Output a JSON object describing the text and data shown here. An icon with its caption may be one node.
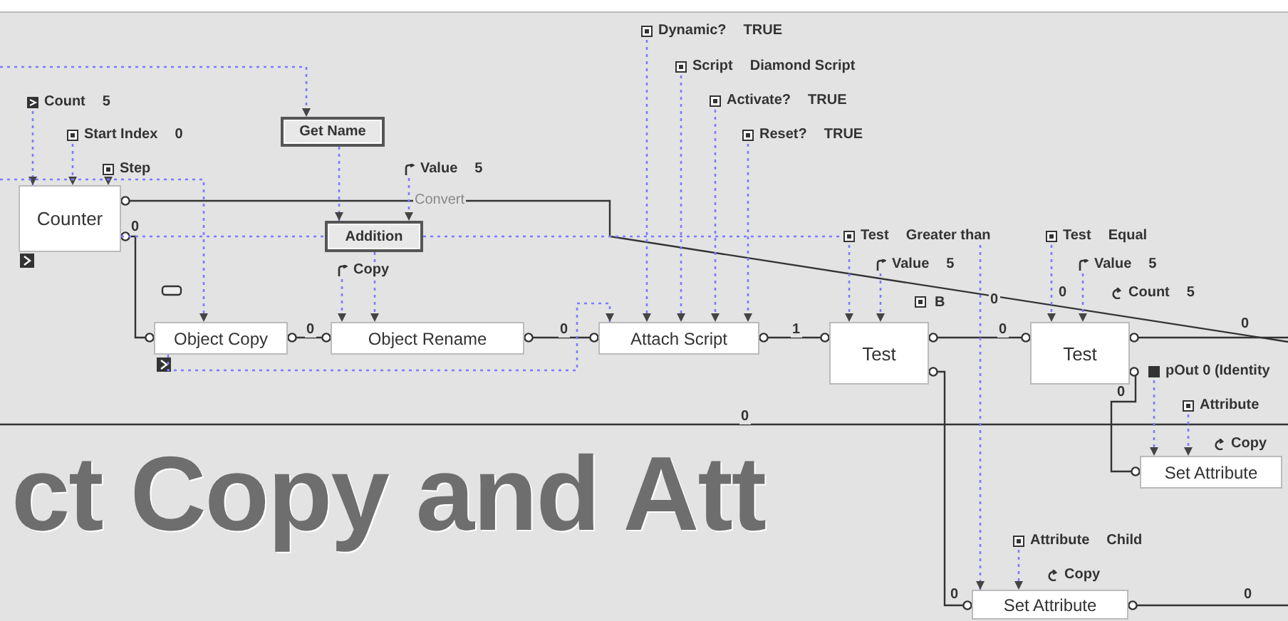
{
  "diagram": {
    "nodes": [
      {
        "text": [
          "Counter"
        ]
      },
      {
        "text": [
          "Get Name"
        ]
      },
      {
        "text": [
          "Addition"
        ]
      },
      {
        "text": [
          "Object Copy"
        ]
      },
      {
        "text": [
          "Object Rename"
        ]
      },
      {
        "text": [
          "Attach Script"
        ]
      },
      {
        "text": [
          "Test"
        ]
      },
      {
        "text": [
          "Test"
        ]
      },
      {
        "text": [
          "Set Attribute"
        ]
      },
      {
        "text": [
          "Set Attribute"
        ]
      },
      {
        "text": [
          "Count",
          "5"
        ]
      },
      {
        "text": [
          "Start Index",
          "0"
        ]
      },
      {
        "text": [
          "Step"
        ]
      },
      {
        "text": [
          "Value",
          "5"
        ]
      },
      {
        "text": [
          "Copy"
        ]
      },
      {
        "text": [
          "Dynamic?",
          "TRUE"
        ]
      },
      {
        "text": [
          "Script",
          "Diamond Script"
        ]
      },
      {
        "text": [
          "Activate?",
          "TRUE"
        ]
      },
      {
        "text": [
          "Reset?",
          "TRUE"
        ]
      },
      {
        "text": [
          "Test",
          "Greater than"
        ]
      },
      {
        "text": [
          "Value",
          "5"
        ]
      },
      {
        "text": [
          "Test",
          "Equal"
        ]
      },
      {
        "text": [
          "Value",
          "5"
        ]
      },
      {
        "text": [
          "Count",
          "5"
        ]
      },
      {
        "text": [
          "pOut 0 (Identity"
        ]
      },
      {
        "text": [
          "Attribute"
        ]
      },
      {
        "text": [
          "Copy"
        ]
      },
      {
        "text": [
          "Attribute",
          "Child"
        ]
      },
      {
        "text": [
          "Copy"
        ]
      }
    ],
    "edges": [
      {
        "from": 0,
        "to": 3,
        "arrow": "other",
        "label": "0",
        "color": "#333333"
      },
      {
        "from": 0,
        "to": null,
        "arrow": "other",
        "label": "Convert",
        "color": "#333333"
      },
      {
        "from": 3,
        "to": 4,
        "arrow": "other",
        "label": "0",
        "color": "#333333"
      },
      {
        "from": 4,
        "to": 5,
        "arrow": "other",
        "label": "0",
        "color": "#333333"
      },
      {
        "from": 5,
        "to": 6,
        "arrow": "other",
        "label": "1",
        "color": "#333333"
      },
      {
        "from": 6,
        "to": 7,
        "arrow": "other",
        "label": "0",
        "color": "#333333"
      },
      {
        "from": 6,
        "to": 9,
        "arrow": "other",
        "label": "0",
        "color": "#333333"
      },
      {
        "from": 7,
        "to": null,
        "arrow": "other",
        "color": "#333333"
      },
      {
        "from": 7,
        "to": 8,
        "arrow": "other",
        "label": "0",
        "color": "#333333"
      },
      {
        "from": 9,
        "to": null,
        "arrow": "other",
        "label": "0",
        "color": "#333333"
      },
      {
        "from": 10,
        "to": 0,
        "arrow": "to",
        "style": "dashed"
      },
      {
        "from": 11,
        "to": 0,
        "arrow": "to",
        "style": "dashed"
      },
      {
        "from": 12,
        "to": 0,
        "arrow": "to",
        "style": "dashed"
      },
      {
        "from": null,
        "to": 3,
        "arrow": "to",
        "style": "dashed"
      },
      {
        "from": null,
        "to": 1,
        "arrow": "to",
        "style": "dashed"
      },
      {
        "from": 1,
        "to": 2,
        "arrow": "to",
        "style": "dashed"
      },
      {
        "from": 13,
        "to": 2,
        "arrow": "to",
        "style": "dashed"
      },
      {
        "from": 0,
        "to": 2,
        "arrow": "none",
        "style": "dashed"
      },
      {
        "from": 2,
        "to": 19,
        "arrow": "none",
        "style": "dashed"
      },
      {
        "from": 2,
        "to": 4,
        "arrow": "to",
        "style": "dashed"
      },
      {
        "from": 14,
        "to": 4,
        "arrow": "to",
        "style": "dashed"
      },
      {
        "from": 15,
        "to": 5,
        "arrow": "to",
        "style": "dashed"
      },
      {
        "from": 16,
        "to": 5,
        "arrow": "to",
        "style": "dashed"
      },
      {
        "from": 17,
        "to": 5,
        "arrow": "to",
        "style": "dashed"
      },
      {
        "from": 18,
        "to": 5,
        "arrow": "to",
        "style": "dashed"
      },
      {
        "from": 3,
        "to": 5,
        "arrow": "to",
        "style": "dashed"
      },
      {
        "from": 19,
        "to": 6,
        "arrow": "to",
        "style": "dashed"
      },
      {
        "from": 20,
        "to": 6,
        "arrow": "to",
        "style": "dashed"
      },
      {
        "from": 19,
        "to": 9,
        "arrow": "to",
        "style": "dashed"
      },
      {
        "from": 21,
        "to": 7,
        "arrow": "to",
        "style": "dashed"
      },
      {
        "from": 22,
        "to": 7,
        "arrow": "to",
        "style": "dashed"
      },
      {
        "from": 24,
        "to": 8,
        "arrow": "to",
        "style": "dashed"
      },
      {
        "from": 25,
        "to": 8,
        "arrow": "to",
        "style": "dashed"
      },
      {
        "from": 27,
        "to": 9,
        "arrow": "to",
        "style": "dashed"
      }
    ],
    "labels": [
      "B",
      "0",
      "0",
      "0",
      "0",
      "ct Copy and Att"
    ]
  }
}
